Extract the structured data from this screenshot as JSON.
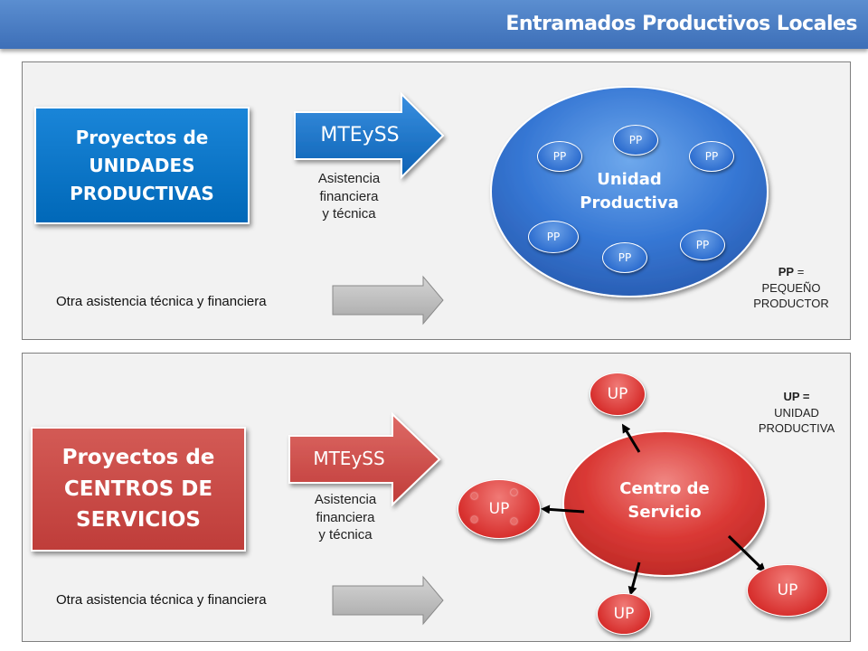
{
  "header": {
    "title": "Entramados Productivos Locales"
  },
  "top": {
    "project_lines": [
      "Proyectos de",
      "UNIDADES",
      "PRODUCTIVAS"
    ],
    "arrow_label": "MTEySS",
    "assist_lines": [
      "Asistencia",
      "financiera",
      "y técnica"
    ],
    "other_assist": "Otra asistencia técnica y financiera",
    "unit_lines": [
      "Unidad",
      "Productiva"
    ],
    "pp_label": "PP",
    "legend_abbr": "PP",
    "legend_eq": "=",
    "legend_lines": [
      "PEQUEÑO",
      "PRODUCTOR"
    ]
  },
  "bottom": {
    "project_lines": [
      "Proyectos de",
      "CENTROS DE",
      "SERVICIOS"
    ],
    "arrow_label": "MTEySS",
    "assist_lines": [
      "Asistencia",
      "financiera",
      "y técnica"
    ],
    "other_assist": "Otra asistencia técnica y financiera",
    "center_lines": [
      "Centro de",
      "Servicio"
    ],
    "up_label": "UP",
    "legend_line1": "UP =",
    "legend_lines": [
      "UNIDAD",
      "PRODUCTIVA"
    ]
  },
  "colors": {
    "header": "#4a7fc4",
    "blue": "#0b72c4",
    "red": "#c84744",
    "gray_arrow": "#bdbdbd"
  }
}
